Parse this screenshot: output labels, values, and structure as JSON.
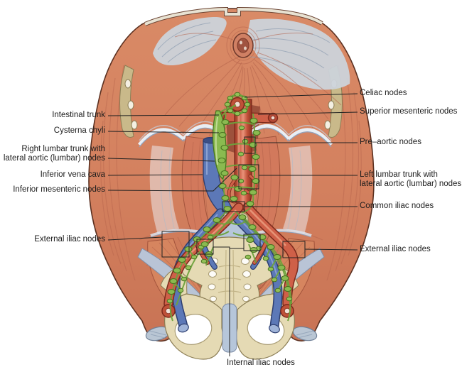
{
  "labels": {
    "intestinal_trunk": "Intestinal trunk",
    "cysterna_chyli": "Cysterna chyli",
    "right_lumbar_1": "Right lumbar trunk with",
    "right_lumbar_2": "lateral aortic (lumbar) nodes",
    "inferior_vena_cava": "Inferior vena cava",
    "inferior_mesenteric_nodes": "Inferior mesenteric nodes",
    "external_iliac_nodes_left": "External iliac nodes",
    "celiac_nodes": "Celiac nodes",
    "superior_mesenteric_nodes": "Superior mesenteric nodes",
    "pre_aortic_nodes": "Pre–aortic nodes",
    "left_lumbar_1": "Left lumbar trunk with",
    "left_lumbar_2": "lateral aortic (lumbar) nodes",
    "common_iliac_nodes": "Common iliac nodes",
    "external_iliac_nodes_right": "External iliac nodes",
    "internal_iliac_nodes": "Internal iliac nodes"
  },
  "colors": {
    "background": "#ffffff",
    "muscle": "#d4815f",
    "muscle_dark": "#a3543c",
    "tendon_gray": "#ccd3da",
    "artery_red": "#cf6048",
    "vein_blue": "#5c78b7",
    "lymph_green": "#8aba50",
    "bone": "#e5dab4",
    "disc_blue": "#b6c6da",
    "ligament_gray": "#b9c4d4",
    "leader_line": "#222222",
    "label_text": "#1c1c1c"
  }
}
